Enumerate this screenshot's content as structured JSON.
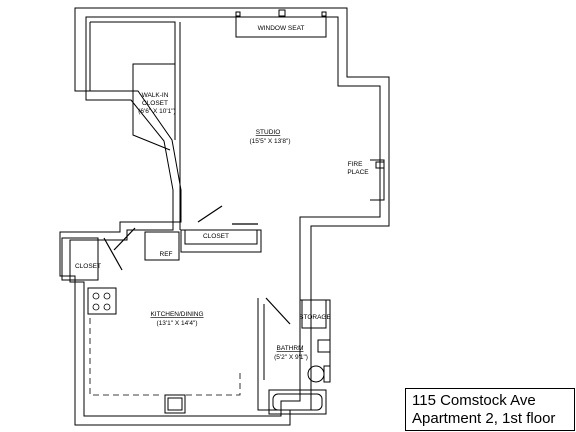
{
  "rooms": {
    "window_seat": {
      "label": "WINDOW SEAT"
    },
    "walk_in_closet": {
      "label": "WALK-IN CLOSET",
      "line1": "WALK-IN",
      "line2": "CLOSET",
      "dims": "(6'6\" X 10'1\")"
    },
    "studio": {
      "label": "STUDIO",
      "dims": "(15'5\" X 13'8\")"
    },
    "fire_place": {
      "line1": "FIRE",
      "line2": "PLACE"
    },
    "closet_center": {
      "label": "CLOSET"
    },
    "ref": {
      "label": "REF"
    },
    "closet_left": {
      "label": "CLOSET"
    },
    "kitchen_dining": {
      "label": "KITCHEN/DINING",
      "dims": "(13'1\" X 14'4\")"
    },
    "storage": {
      "label": "STORAGE"
    },
    "bathroom": {
      "label": "BATHRM",
      "dims": "(5'2\" X 9'1\")"
    }
  },
  "title_block": {
    "address": "115 Comstock Ave",
    "unit": "Apartment 2, 1st floor"
  }
}
